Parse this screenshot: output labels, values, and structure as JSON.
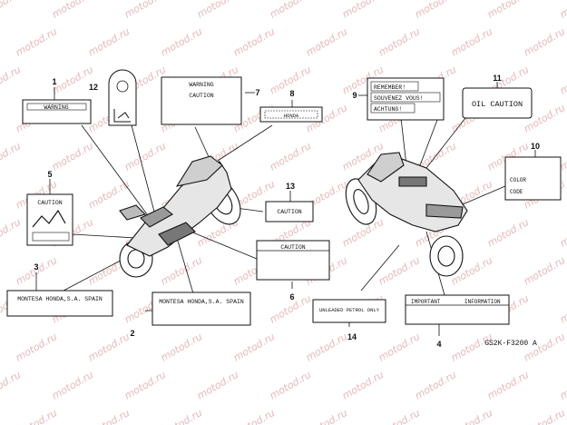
{
  "watermark": "motod.ru",
  "callouts": [
    "1",
    "2",
    "3",
    "4",
    "5",
    "6",
    "7",
    "8",
    "9",
    "10",
    "11",
    "12",
    "13",
    "14"
  ],
  "labels": {
    "warning_strip": "WARNING",
    "warning_caution_top": "WARNING",
    "warning_caution_bottom": "CAUTION",
    "honda_strip": "HONDA",
    "caution_5": "CAUTION",
    "caution_13": "CAUTION",
    "caution_6": "CAUTION",
    "montesa_3": "MONTESA HONDA,S.A. SPAIN",
    "montesa_2": "MONTESA HONDA,S.A. SPAIN",
    "remember_lines": [
      "REMEMBER!",
      "SOUVENEZ VOUS!",
      "ACHTUNG!"
    ],
    "oil_caution": "OIL CAUTION",
    "color_code_lines": [
      "COLOR",
      "CODE"
    ],
    "petrol": "UNLEADED PETROL ONLY",
    "important": "IMPORTANT",
    "information": "INFORMATION"
  },
  "part_code": "GS2K-F3200 A",
  "colors": {
    "ink": "#111111",
    "watermark": "#e8b8b8"
  }
}
